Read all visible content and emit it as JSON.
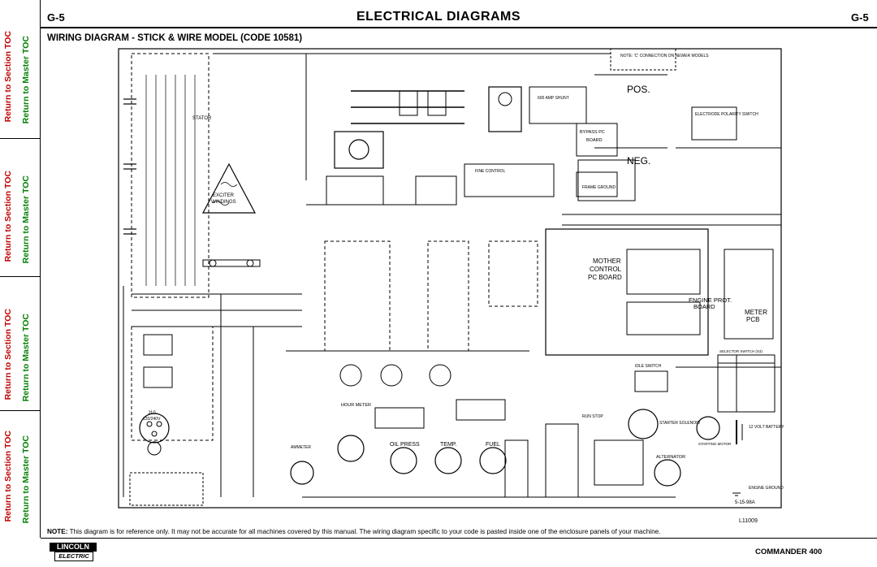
{
  "sidebar": {
    "groups": [
      {
        "section": "Return to Section TOC",
        "master": "Return to Master TOC"
      },
      {
        "section": "Return to Section TOC",
        "master": "Return to Master TOC"
      },
      {
        "section": "Return to Section TOC",
        "master": "Return to Master TOC"
      },
      {
        "section": "Return to Section TOC",
        "master": "Return to Master TOC"
      }
    ]
  },
  "header": {
    "page_left": "G-5",
    "page_right": "G-5",
    "title": "ELECTRICAL  DIAGRAMS",
    "subtitle": "WIRING DIAGRAM - STICK & WIRE MODEL (CODE 10581)"
  },
  "diagram": {
    "labels": {
      "stator": "STATOR",
      "exciter": "EXCITER",
      "windings": "WINDINGS",
      "pos": "POS.",
      "neg": "NEG.",
      "shunt": "600 AMP SHUNT",
      "bypass_pc": "BYPASS PC",
      "board": "BOARD",
      "frame_ground": "FRAME GROUND",
      "mother": "MOTHER",
      "control": "CONTROL",
      "pc_board": "PC BOARD",
      "engine_prot": "ENGINE PROT.",
      "engine_prot_board": "BOARD",
      "meter": "METER",
      "pcb": "PCB",
      "hour_meter": "HOUR METER",
      "oil_press": "OIL PRESS",
      "temp": "TEMP.",
      "fuel": "FUEL",
      "ammeter": "AMMETER",
      "alternator": "ALTERNATOR",
      "starter_solenoid": "STARTER SOLENOID",
      "starting_motor": "STARTING MOTOR",
      "battery": "12 VOLT BATTERY",
      "engine_ground": "ENGINE GROUND",
      "idle_switch": "IDLE SWITCH",
      "j10": "J10",
      "pc_120v": "120/240V",
      "selector_switch": "SELECTOR SWITCH (S3)",
      "date": "5-15-98A",
      "code": "L11009",
      "note_connection": "NOTE: 'C' CONNECTION ON NEWER MODELS",
      "polarity_switch": "ELECTRODE POLARITY SWITCH",
      "fine_control": "FINE CONTROL",
      "run_stop": "RUN STOP"
    }
  },
  "note": {
    "label": "NOTE:",
    "text": " This diagram is for reference only. It may not be accurate for all machines covered by this manual. The wiring diagram specific to your code is pasted inside one of the enclosure panels of your machine."
  },
  "footer": {
    "logo_top": "LINCOLN",
    "logo_bottom": "ELECTRIC",
    "model": "COMMANDER  400"
  }
}
